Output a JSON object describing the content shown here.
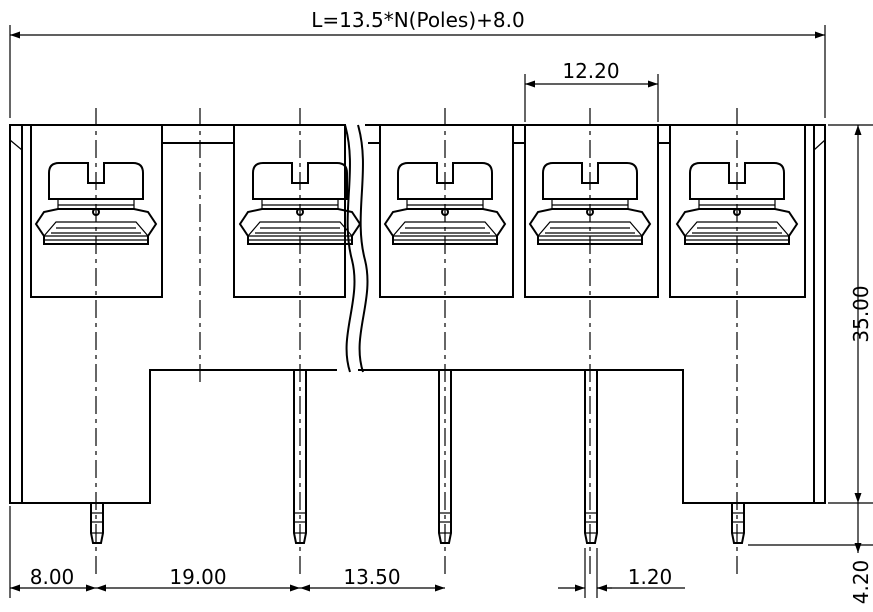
{
  "dimensions": {
    "overall_length": "L=13.5*N(Poles)+8.0",
    "top_pitch": "12.20",
    "height": "35.00",
    "pin_offset": "8.00",
    "pin_spacing_a": "19.00",
    "pin_spacing_b": "13.50",
    "pin_width": "1.20",
    "pin_length": "4.20"
  },
  "colors": {
    "line": "#000000",
    "background": "#ffffff"
  }
}
